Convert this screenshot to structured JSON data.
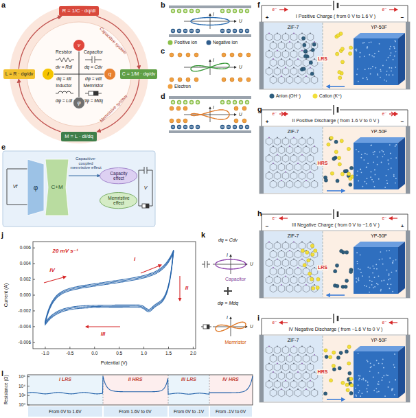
{
  "diagram": {
    "nodes": [
      {
        "text": [
          "R = 1/C · dq/di"
        ]
      },
      {
        "text": [
          "L = R · dφ/dv"
        ]
      },
      {
        "text": [
          "C = 1/M · dφ/dv"
        ]
      },
      {
        "text": [
          "M = L · di/dq"
        ]
      },
      {
        "text": [
          "v"
        ]
      },
      {
        "text": [
          "i"
        ]
      },
      {
        "text": [
          "q"
        ]
      },
      {
        "text": [
          "φ"
        ]
      },
      {
        "text": [
          "φ"
        ]
      },
      {
        "text": [
          "C+M"
        ]
      },
      {
        "text": [
          "Capacity effect"
        ]
      },
      {
        "text": [
          "Memristive effect"
        ]
      }
    ],
    "edges": [
      {
        "from": 0,
        "to": 2,
        "arrow": "to",
        "label": "Capacitive system"
      },
      {
        "from": 2,
        "to": 3,
        "arrow": "to",
        "label": "Memristive system"
      },
      {
        "from": 3,
        "to": 1,
        "arrow": "to"
      },
      {
        "from": 1,
        "to": 0,
        "arrow": "to"
      },
      {
        "from": 4,
        "to": 7,
        "arrow": "none"
      },
      {
        "from": 5,
        "to": 6,
        "arrow": "none"
      },
      {
        "from": 9,
        "to": 10,
        "arrow": "to",
        "label": "Capacitive-coupled memristive effect"
      }
    ],
    "labels": [
      "a",
      "b",
      "c",
      "d",
      "e",
      "f",
      "g",
      "h",
      "i",
      "j",
      "k",
      "l",
      "Resistor",
      "dv = Rdi",
      "Capacitor",
      "dq = Cdv",
      "dq = idt",
      "dφ = vdt",
      "Inductor",
      "dφ = Ldi",
      "Memristor",
      "dφ = Mdq",
      "I",
      "U",
      "I",
      "U",
      "I",
      "U",
      "Vf",
      "V",
      "e⁻",
      "e⁻",
      "I Positive Charge ( from 0 V to 1.6 V )",
      "+",
      "−",
      "ZIF-7",
      "LRS",
      "YP-50F",
      "e⁻",
      "e⁻",
      "II Positive Discharge ( from 1.6 V to 0 V )",
      "+",
      "−",
      "ZIF-7",
      "HRS",
      "YP-50F",
      "e⁻",
      "e⁻",
      "III Negative Charge ( from 0 V to −1.6 V )",
      "−",
      "+",
      "ZIF-7",
      "LRS",
      "YP-50F",
      "e⁻",
      "e⁻",
      "IV Negative Discharge ( from −1.6 V to 0 V )",
      "ZIF-7",
      "HRS",
      "YP-50F",
      "20 mV s⁻¹",
      "0.006",
      "0.004",
      "0.002",
      "0.000",
      "-0.002",
      "-0.004",
      "-0.006",
      "-1.0",
      "-0.5",
      "0.0",
      "0.5",
      "1.0",
      "1.5",
      "2.0",
      "Current (A)",
      "Potential (V)",
      "I",
      "II",
      "III",
      "IV",
      "dq = Cdv",
      "I",
      "U",
      "Capacitor",
      "dφ = Mdq",
      "I",
      "U",
      "Memristor",
      "Resistance (Ω)",
      "10⁶",
      "10⁴",
      "10²",
      "10⁰",
      "I LRS",
      "II HRS",
      "III LRS",
      "IV HRS",
      "From 0V to 1.6V",
      "From 1.6V to 0V",
      "From 0V to -1V",
      "From -1V to 0V"
    ],
    "legend": [
      {
        "text": "Positive ion",
        "color": "#8cc04a"
      },
      {
        "text": "Negative ion",
        "color": "#2f5d8c"
      },
      {
        "text": "Electron",
        "color": "#f0a040"
      },
      {
        "text": "Anion (OH⁻)",
        "color": "#2e5e7e"
      },
      {
        "text": "Cation (K⁺)",
        "color": "#f2df3a"
      }
    ]
  }
}
